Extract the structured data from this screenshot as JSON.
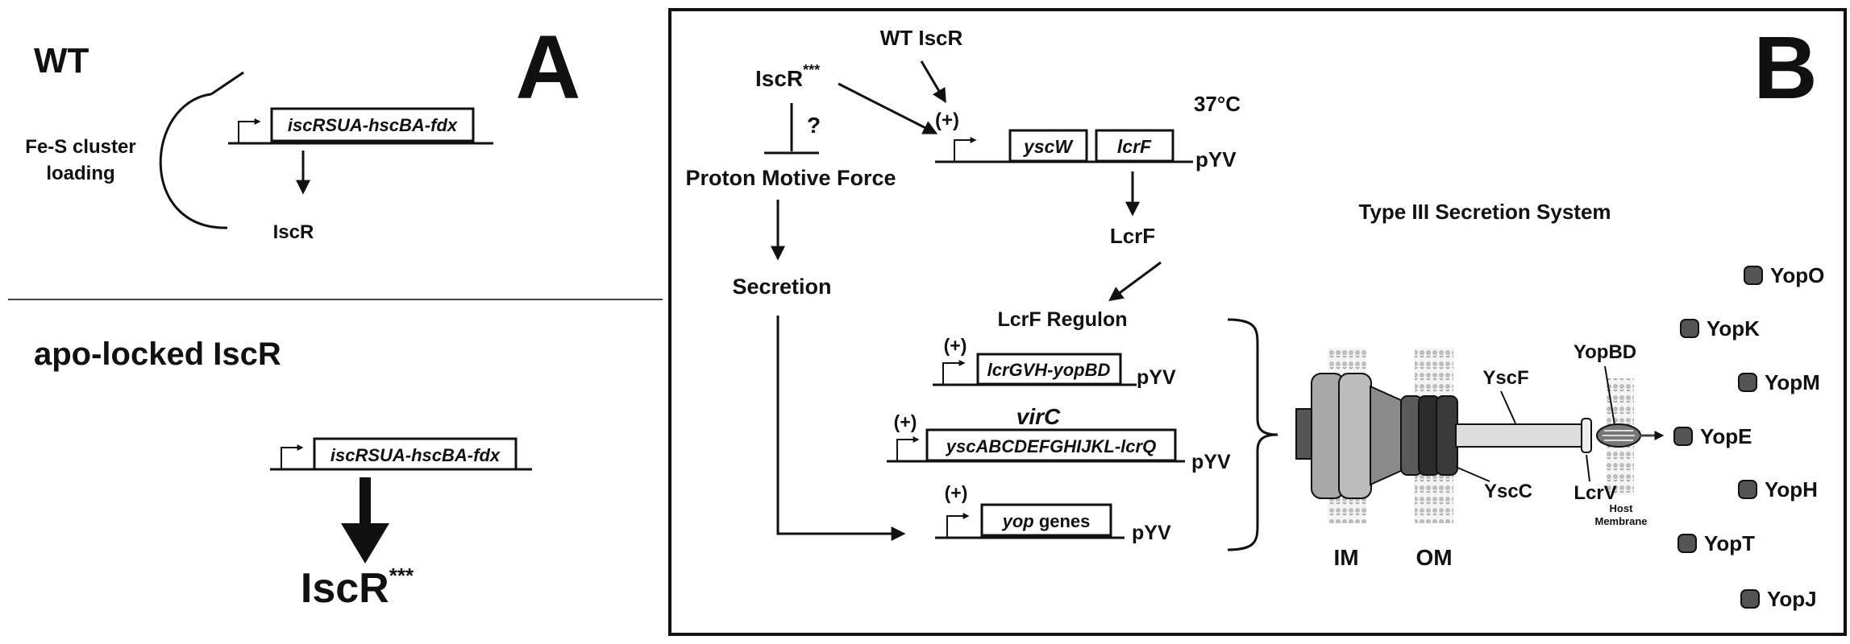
{
  "panel_a": {
    "label": "A",
    "wt": {
      "title": "WT",
      "loop_label_1": "Fe-S cluster",
      "loop_label_2": "loading",
      "gene": "iscRSUA-hscBA-fdx",
      "product": "IscR"
    },
    "apo": {
      "title": "apo-locked IscR",
      "gene": "iscRSUA-hscBA-fdx",
      "product": "IscR",
      "product_sup": "***"
    }
  },
  "panel_b": {
    "label": "B",
    "iscr_mut": "IscR",
    "iscr_mut_sup": "***",
    "wt_iscr": "WT IscR",
    "temperature": "37",
    "temperature_unit": "°C",
    "plus": "(+)",
    "question": "?",
    "pmf": "Proton Motive Force",
    "secretion": "Secretion",
    "operon_top": {
      "gene1": "yscW",
      "gene2": "lcrF",
      "plasmid": "pYV"
    },
    "lcrf": "LcrF",
    "regulon": "LcrF Regulon",
    "operon_1": {
      "gene": "lcrGVH-yopBD",
      "plasmid": "pYV"
    },
    "operon_2": {
      "title": "virC",
      "gene": "yscABCDEFGHIJKL-lcrQ",
      "plasmid": "pYV"
    },
    "operon_3": {
      "gene_italic": "yop",
      "gene_rest": " genes",
      "plasmid": "pYV"
    },
    "t3ss": {
      "title": "Type III Secretion System",
      "im": "IM",
      "om": "OM",
      "yscf": "YscF",
      "yscc": "YscC",
      "yopbd": "YopBD",
      "lcrv": "LcrV",
      "host_1": "Host",
      "host_2": "Membrane"
    },
    "effectors": [
      "YopO",
      "YopK",
      "YopM",
      "YopE",
      "YopH",
      "YopT",
      "YopJ"
    ],
    "colors": {
      "ink": "#111111",
      "im_protein": "#a8a8a8",
      "om_protein": "#333333",
      "needle": "#dcdcdc",
      "effector": "#555555",
      "membrane": "#cfcfcf"
    }
  }
}
